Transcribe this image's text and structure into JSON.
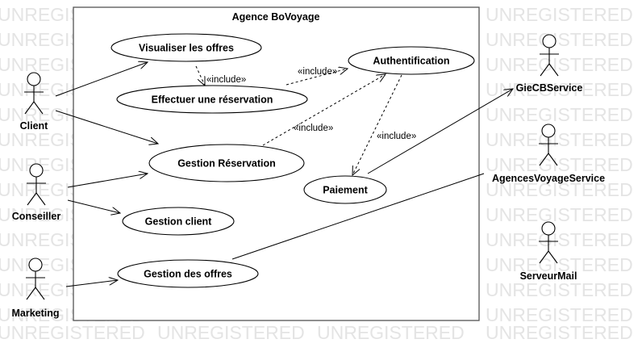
{
  "watermark": "UNREGISTERED",
  "system": {
    "title": "Agence BoVoyage"
  },
  "use_cases": {
    "visualiser": "Visualiser les offres",
    "effectuer": "Effectuer une réservation",
    "authentification": "Authentification",
    "gestion_reservation": "Gestion Réservation",
    "paiement": "Paiement",
    "gestion_client": "Gestion client",
    "gestion_offres": "Gestion des offres"
  },
  "actors": {
    "client": "Client",
    "conseiller": "Conseiller",
    "marketing": "Marketing",
    "giecb": "GieCBService",
    "agences": "AgencesVoyageService",
    "mail": "ServeurMail"
  },
  "stereotypes": {
    "include_1": "«include»",
    "include_2": "«include»",
    "include_3": "«include»",
    "include_4": "«include»"
  }
}
